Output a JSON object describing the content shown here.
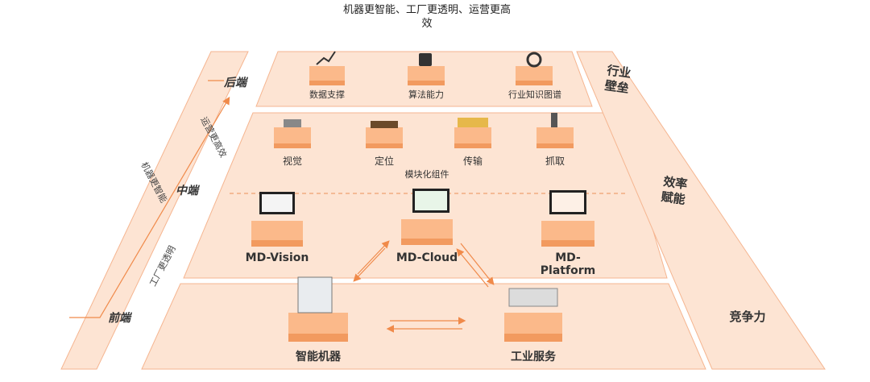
{
  "title": "机器更智能、工厂更透明、运营更高效",
  "left": {
    "back_end": "后端",
    "middle": "中端",
    "front_end": "前端",
    "caption_top": "运营更高效",
    "caption_mid": "机器更智能",
    "caption_low": "工厂更透明"
  },
  "top_tier": {
    "items": [
      "数据支撑",
      "算法能力",
      "行业知识图谱"
    ]
  },
  "middle_tier": {
    "components": [
      "视觉",
      "定位",
      "传输",
      "抓取"
    ],
    "component_caption": "模块化组件",
    "platforms": [
      "MD-Vision",
      "MD-Cloud",
      "MD-Platform"
    ]
  },
  "bottom_tier": {
    "items": [
      "智能机器",
      "工业服务"
    ]
  },
  "right": {
    "barrier": "行业\n壁垒",
    "efficiency": "效率\n赋能",
    "competitiveness": "竞争力"
  },
  "colors": {
    "panel": "#fde4d3",
    "panel_border": "#f5b590",
    "box_top": "#fbb98a",
    "box_side": "#f29a5f",
    "arrow": "#f08a4a"
  }
}
